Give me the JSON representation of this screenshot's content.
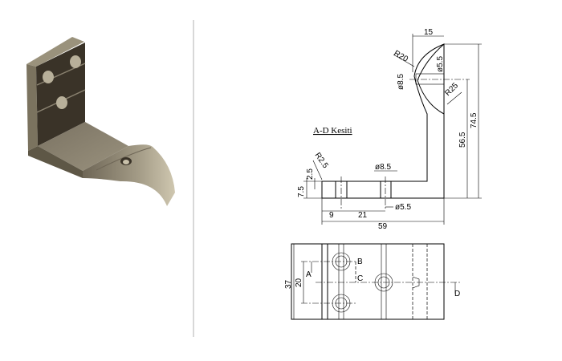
{
  "section_title": "A-D Kesiti",
  "dimensions": {
    "top_width": "15",
    "radius_top": "R20",
    "hole_small_top": "ø5.5",
    "hole_large_top": "ø8.5",
    "radius_outer": "R25",
    "total_height": "74.5",
    "hole_center_height": "56.5",
    "radius_base": "R2.5",
    "counterbore_depth": "2.5",
    "base_thickness": "7.5",
    "hole_large_base": "ø8.5",
    "hole_small_base": "ø5.5",
    "first_hole_offset": "9",
    "hole_spacing": "21",
    "total_length": "59",
    "plan_width": "37",
    "plan_hole_spacing": "20"
  },
  "section_markers": [
    "A",
    "B",
    "C",
    "D"
  ],
  "colors": {
    "part_dark": "#3a3328",
    "part_light": "#8a8270",
    "separator": "#d8d8d8"
  }
}
